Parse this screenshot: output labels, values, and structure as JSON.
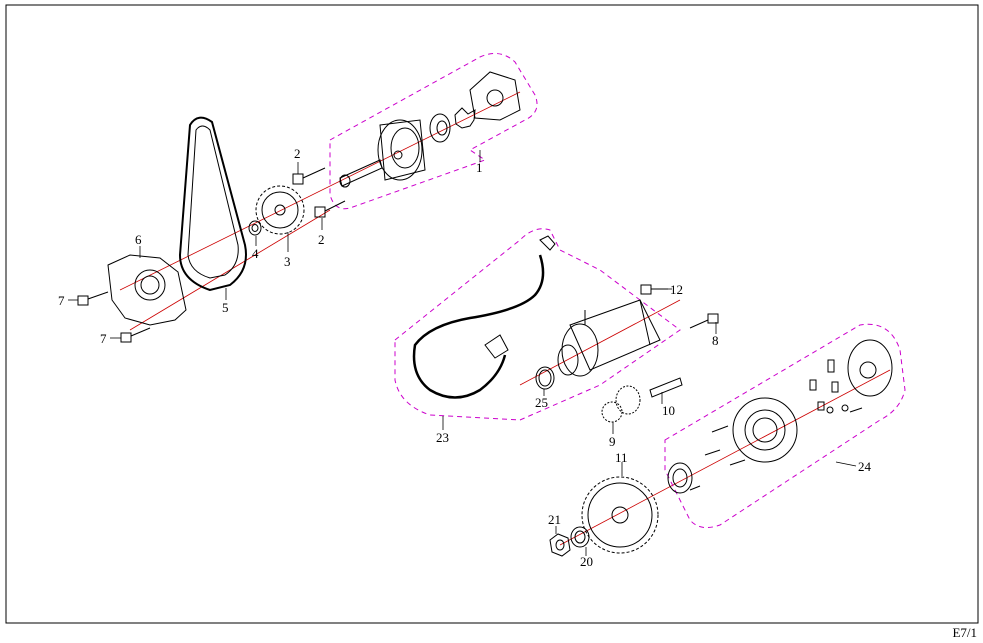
{
  "footer_code": "E7/1",
  "part_labels": {
    "l1": "1",
    "l2a": "2",
    "l2b": "2",
    "l3": "3",
    "l4": "4",
    "l5": "5",
    "l6": "6",
    "l7a": "7",
    "l7b": "7",
    "l8": "8",
    "l9": "9",
    "l10": "10",
    "l11": "11",
    "l12": "12",
    "l20": "20",
    "l21": "21",
    "l23": "23",
    "l24": "24",
    "l25": "25"
  },
  "colors": {
    "outline": "#000000",
    "axis": "#cc0000",
    "group_outline": "#cc00cc"
  }
}
